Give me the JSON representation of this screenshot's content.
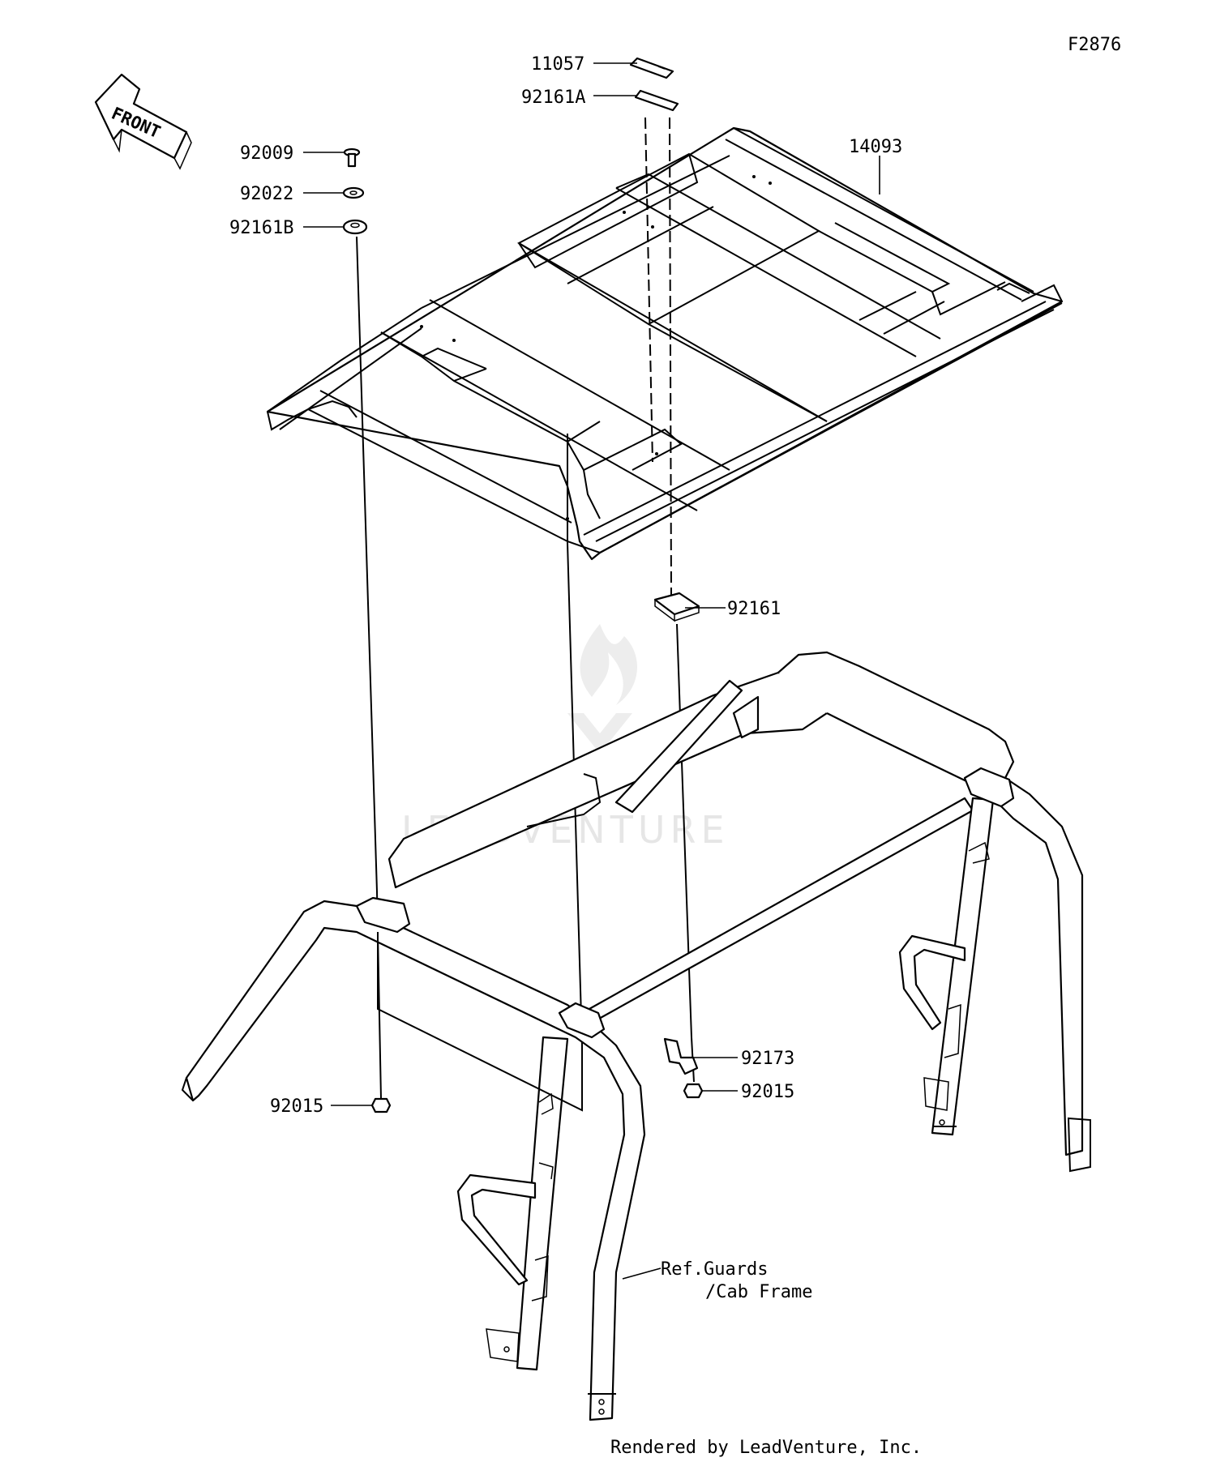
{
  "figure_code": "F2876",
  "front_arrow_text": "FRONT",
  "watermark": "LEADVENTURE",
  "footer": "Rendered by LeadVenture, Inc.",
  "labels": {
    "p11057": "11057",
    "p92161A": "92161A",
    "p14093": "14093",
    "p92009": "92009",
    "p92022": "92022",
    "p92161B": "92161B",
    "p92161": "92161",
    "p92173": "92173",
    "p92015_right": "92015",
    "p92015_left": "92015",
    "ref_line1": "Ref.Guards",
    "ref_line2": "/Cab Frame"
  }
}
